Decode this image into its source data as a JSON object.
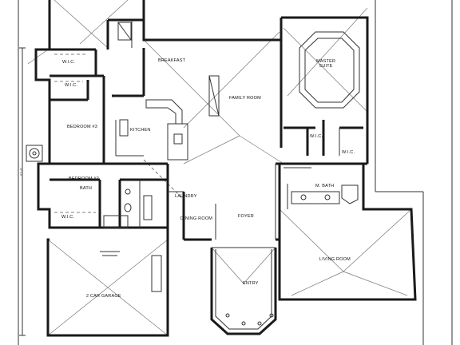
{
  "rooms": {
    "master_suite": "MASTER\nSUITE",
    "family_room": "FAMILY ROOM",
    "breakfast": "BREAKFAST",
    "kitchen": "KITCHEN",
    "bedroom_3": "BEDROOM #3",
    "bedroom_2": "BEDROOM #2",
    "bath": "BATH",
    "laundry": "LAUNDRY",
    "dining_room": "DINING ROOM",
    "foyer": "FOYER",
    "entry": "ENTRY",
    "living_room": "LIVING ROOM",
    "garage": "2 CAR GARAGE",
    "m_bath": "M. BATH",
    "wic_1": "W.I.C.",
    "wic_2": "W.I.C.",
    "wic_3": "W.I.C.",
    "wic_4": "W.I.C.",
    "wic_5": "W.I.C."
  },
  "dimensions": {
    "left_overall": "57'-6\""
  },
  "colors": {
    "wall": "#1a1a1a",
    "line": "#555555",
    "background": "#ffffff"
  }
}
